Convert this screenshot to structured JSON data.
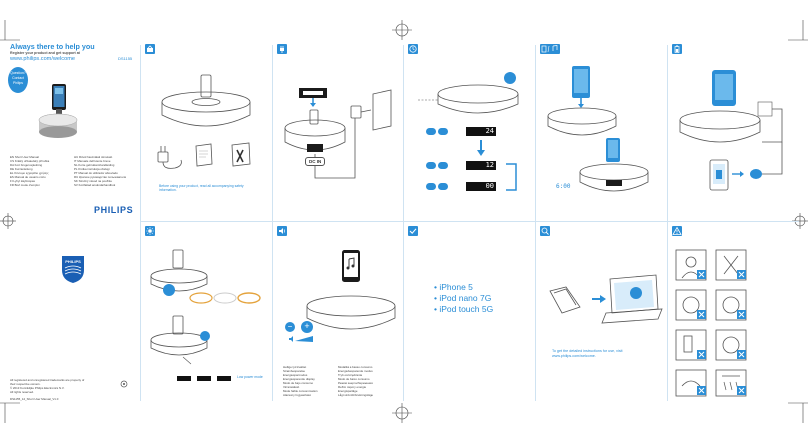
{
  "cover": {
    "title": "Always there to help you",
    "subtitle": "Register your product and get support at",
    "url": "www.philips.com/welcome",
    "model": "DS1155",
    "badge_lines": [
      "Question?",
      "Contact",
      "Philips"
    ],
    "brand": "PHILIPS",
    "languages_col1": [
      "EN  Short User Manual",
      "CS  Krátký uživatelský příručka",
      "DA  Kort brugervejledning",
      "DE  Kurzanleitung",
      "EL  Σύντομο εγχειρίδιο χρήσης",
      "ES  Manual de usuario corto",
      "FI  Lyhyt käyttöopas",
      "FR  Bref mode d’emploi"
    ],
    "languages_col2": [
      "HU  Rövid használati útmutató",
      "IT  Manuale dell’utente breve",
      "NL  Korte gebruikershandleiding",
      "PL  Krótka instrukcja obsługi",
      "PT  Manual do utilizador abreviado",
      "RU  Краткое руководство пользователя",
      "SK  Stručný návod na použitie",
      "SV  Kortfattad användarhandbok"
    ],
    "legal_lines": [
      "All registered and unregistered trademarks are property of",
      "their respective owners.",
      "© 2013 Koninklijke Philips Electronics N.V.",
      "All rights reserved."
    ],
    "doc_code": "DS1155_12_Short User Manual_V1.0"
  },
  "panel1": {
    "safety_text": "Before using your product, read all accompanying safety information."
  },
  "panel2": {
    "dc_label": "DC IN"
  },
  "panel3": {
    "clock_digits_1": "24",
    "clock_digits_2": "12",
    "clock_digits_3": "00",
    "small_digits": "6:00"
  },
  "panel_vol": {
    "minus": "−",
    "plus": "+"
  },
  "panel_compat": {
    "devices": [
      "• iPhone 5",
      "• iPod nano 7G",
      "• iPod touch 5G"
    ]
  },
  "panel_web": {
    "text_lines": [
      "To get the detailed instructions for use, visit",
      "www.philips.com/welcome."
    ]
  },
  "panel_light": {
    "quality_col1": [
      "Hellige lyd kvalitet",
      "Strømbesparelse",
      "Energiesparmodus",
      "Energiesparende display",
      "Modo de bajo consumo",
      "Virransäästö",
      "Mode faible consommation",
      "Alacsony fogyasztású"
    ],
    "quality_col2": [
      "Modalità a basso consumo",
      "Energiebesparende modus",
      "Tryb oszczędzania",
      "Modo de baixo consumo",
      "Режим энергосбережения",
      "Režim úspory energie",
      "Energisparläge",
      "Lågt strömförbrukningsläge"
    ],
    "low_power": "Low power mode"
  },
  "colors": {
    "accent": "#2b8ed6",
    "line": "#cfe3f2"
  },
  "icons": [
    "setup-icon",
    "power-plug-icon",
    "clock-icon",
    "music-icon",
    "battery-icon",
    "brightness-icon",
    "volume-icon",
    "check-icon",
    "globe-icon",
    "warning-icon"
  ]
}
